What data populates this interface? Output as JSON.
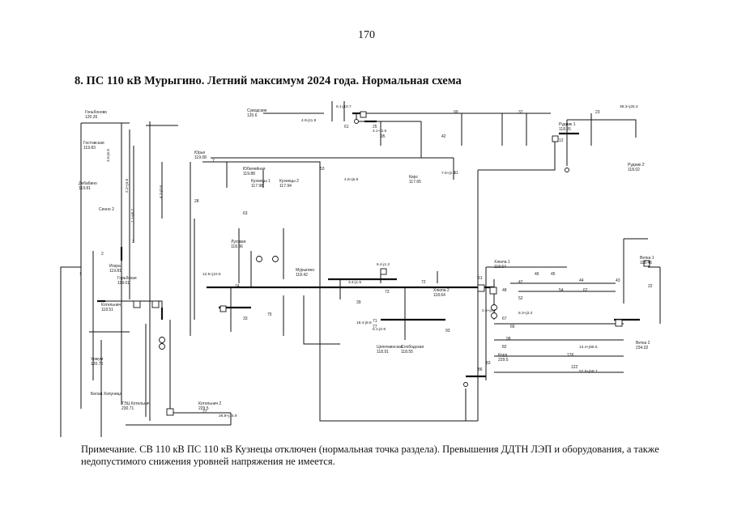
{
  "page": {
    "number": "170",
    "title": "8.   ПС 110 кВ Мурыгино. Летний максимум 2024 года. Нормальная схема",
    "note": "Примечание. СВ 110 кВ ПС 110 кВ Кузнецы отключен (нормальная точка раздела). Превышения ДДТН ЛЭП и оборудования, а также недопустимого снижения уровней напряжения не имеется."
  },
  "diagram": {
    "substations": [
      {
        "name": "Гоньбоново",
        "voltage": "120.26"
      },
      {
        "name": "Гостовская",
        "voltage": "119.83"
      },
      {
        "name": "Дебабино",
        "voltage": "119.81"
      },
      {
        "name": "Сенно 2",
        "voltage": ""
      },
      {
        "name": "Искра",
        "voltage": "119.81"
      },
      {
        "name": "Горьбская",
        "voltage": "119.01"
      },
      {
        "name": "Котельнич",
        "voltage": "118.51"
      },
      {
        "name": "Юрья",
        "voltage": "119.08"
      },
      {
        "name": "Мурыгино",
        "voltage": "118.42"
      },
      {
        "name": "Луговая",
        "voltage": "118.36"
      },
      {
        "name": "Ветка 1",
        "voltage": "118.46"
      },
      {
        "name": "Ветка 2",
        "voltage": "234.02"
      },
      {
        "name": "Рудник 1",
        "voltage": "118.26"
      },
      {
        "name": "Рудник 2",
        "voltage": "118.02"
      },
      {
        "name": "Котельнич 2",
        "voltage": "229.5"
      },
      {
        "name": "Уржум",
        "voltage": "120.76"
      },
      {
        "name": "Белая Холуница",
        "voltage": ""
      },
      {
        "name": "Суводские",
        "voltage": "120.6"
      },
      {
        "name": "Кирс",
        "voltage": "117.65"
      },
      {
        "name": "Юбилейная",
        "voltage": "119.88"
      },
      {
        "name": "Кузнецы 1",
        "voltage": "117.98"
      },
      {
        "name": "Кузнецы 2",
        "voltage": "117.94"
      },
      {
        "name": "Хлюпа 1",
        "voltage": "118.64"
      },
      {
        "name": "Хлюпа 2",
        "voltage": "118.64"
      },
      {
        "name": "Слободская",
        "voltage": "118.55"
      },
      {
        "name": "Цепочкинская",
        "voltage": "118.91"
      },
      {
        "name": "ТЭЦ Котельнич",
        "voltage": "230.71"
      },
      {
        "name": "Корд",
        "voltage": "229.5"
      }
    ],
    "line_numbers": [
      "1",
      "2",
      "3",
      "7",
      "12",
      "22",
      "23",
      "25",
      "27",
      "28",
      "31",
      "33",
      "37",
      "39",
      "42",
      "43",
      "44",
      "45",
      "46",
      "47",
      "48",
      "51",
      "52",
      "53",
      "54",
      "61",
      "62",
      "63",
      "66",
      "67",
      "71",
      "72",
      "73",
      "74",
      "75",
      "77",
      "82",
      "83",
      "86",
      "93",
      "95",
      "98",
      "99",
      "122",
      "126"
    ],
    "flow_labels": [
      "4.9-j11.9",
      "8.1-j10.7",
      "4.1+j2.6",
      "3.5-j6.5",
      "2.2+j4.6",
      "1.1+j5.2",
      "4.7-j0.6",
      "3.4-j1.5",
      "18.4-j9.8",
      "5.1-j0.9",
      "39.3+j25.3",
      "6.4-j1.2",
      "12.5+j10.5",
      "4.8+j6.9",
      "7.6+j2.4",
      "52.8+j58.7",
      "13.4+j86.5",
      "26.8+j15.9",
      "2.6+j4.7",
      "8.3+j3.3"
    ]
  }
}
